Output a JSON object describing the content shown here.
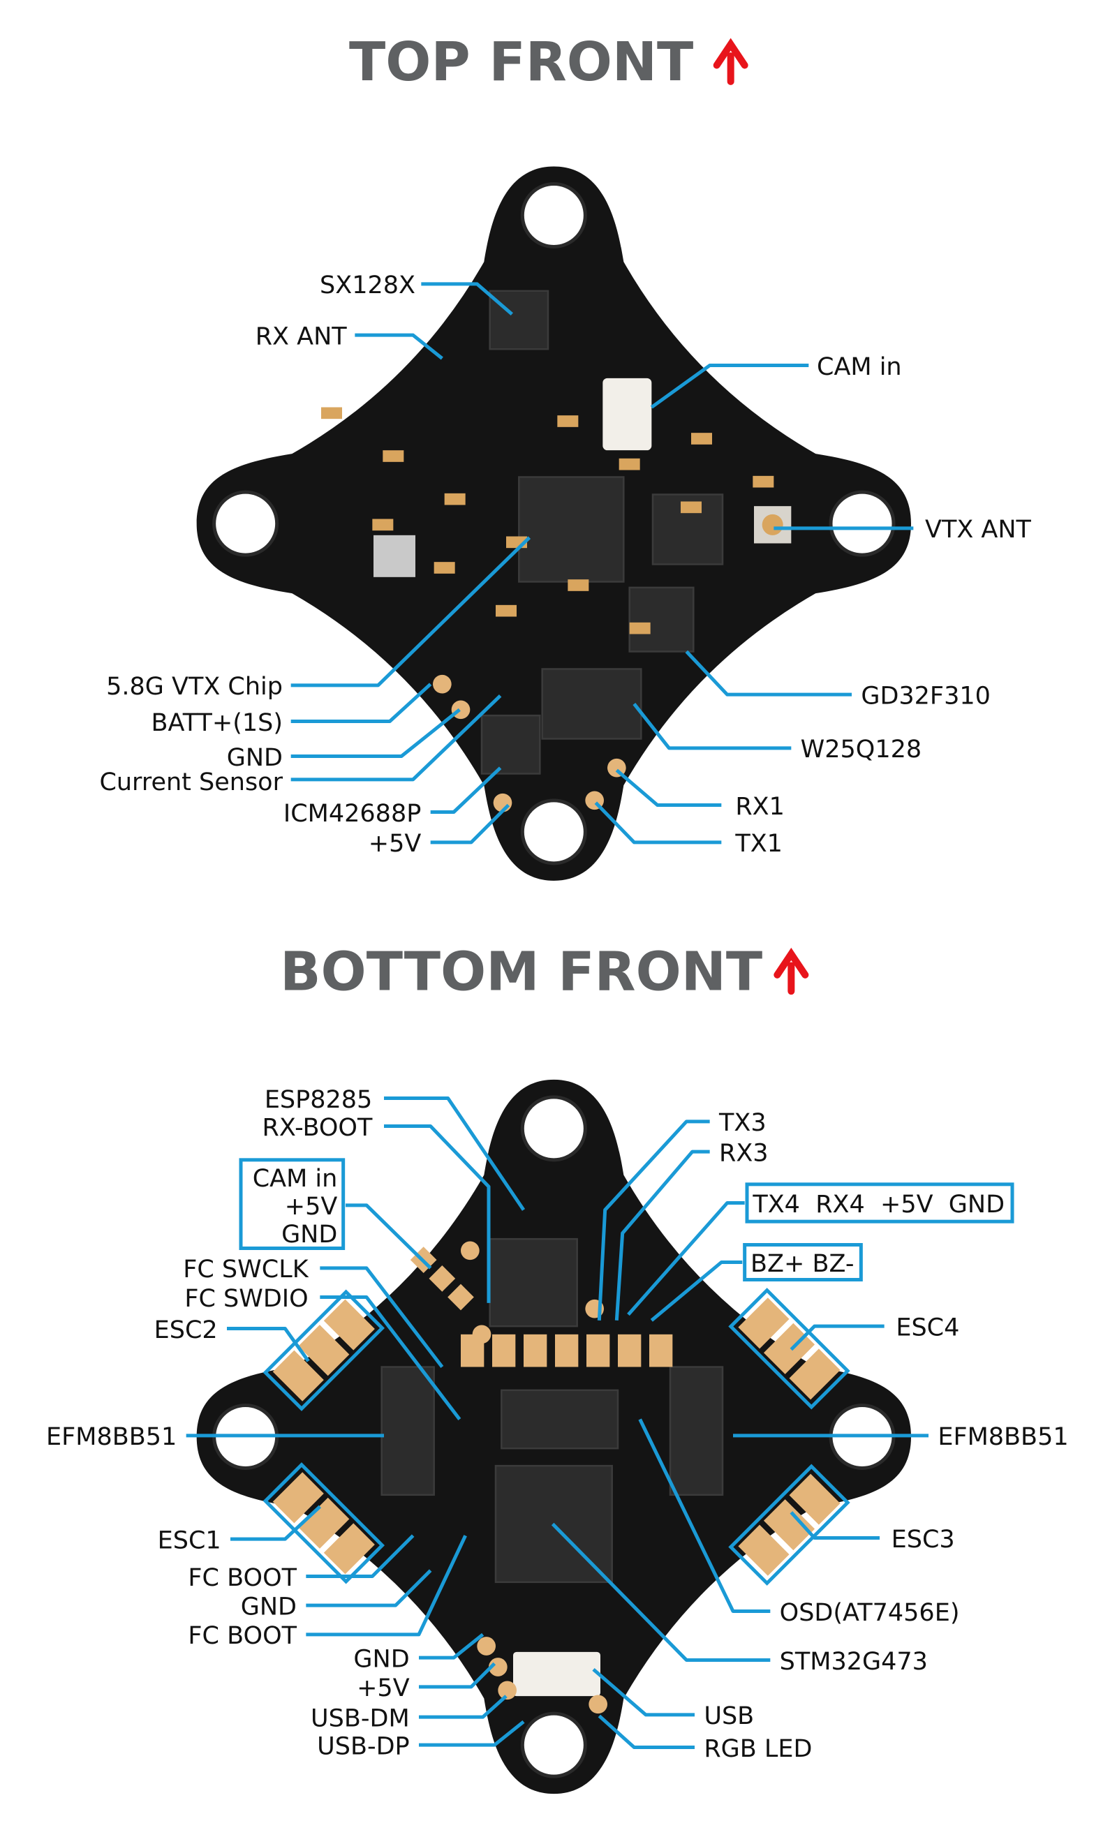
{
  "colors": {
    "leader": "#1a9ad6",
    "title": "#5f6163",
    "arrow": "#e8141b",
    "pcb": "#141414",
    "pad": "#e4b57a"
  },
  "top": {
    "title": "TOP FRONT",
    "arrow_icon": "arrow-up-icon",
    "labels": [
      "SX128X",
      "RX ANT",
      "CAM in",
      "VTX ANT",
      "5.8G VTX Chip",
      "BATT+(1S)",
      "GND",
      "Current Sensor",
      "ICM42688P",
      "+5V",
      "GD32F310",
      "W25Q128",
      "RX1",
      "TX1"
    ]
  },
  "bottom": {
    "title": "BOTTOM FRONT",
    "arrow_icon": "arrow-up-icon",
    "labels": [
      "ESP8285",
      "RX-BOOT",
      "FC SWCLK",
      "FC SWDIO",
      "ESC2",
      "EFM8BB51",
      "ESC1",
      "FC BOOT",
      "GND",
      "FC BOOT",
      "GND",
      "+5V",
      "USB-DM",
      "USB-DP",
      "TX3",
      "RX3",
      "ESC4",
      "EFM8BB51",
      "ESC3",
      "OSD(AT7456E)",
      "STM32G473",
      "USB",
      "RGB LED"
    ],
    "cam_box": [
      "CAM in",
      "+5V",
      "GND"
    ],
    "uart_box": "TX4  RX4  +5V  GND",
    "buzzer_box": "BZ+ BZ-"
  }
}
